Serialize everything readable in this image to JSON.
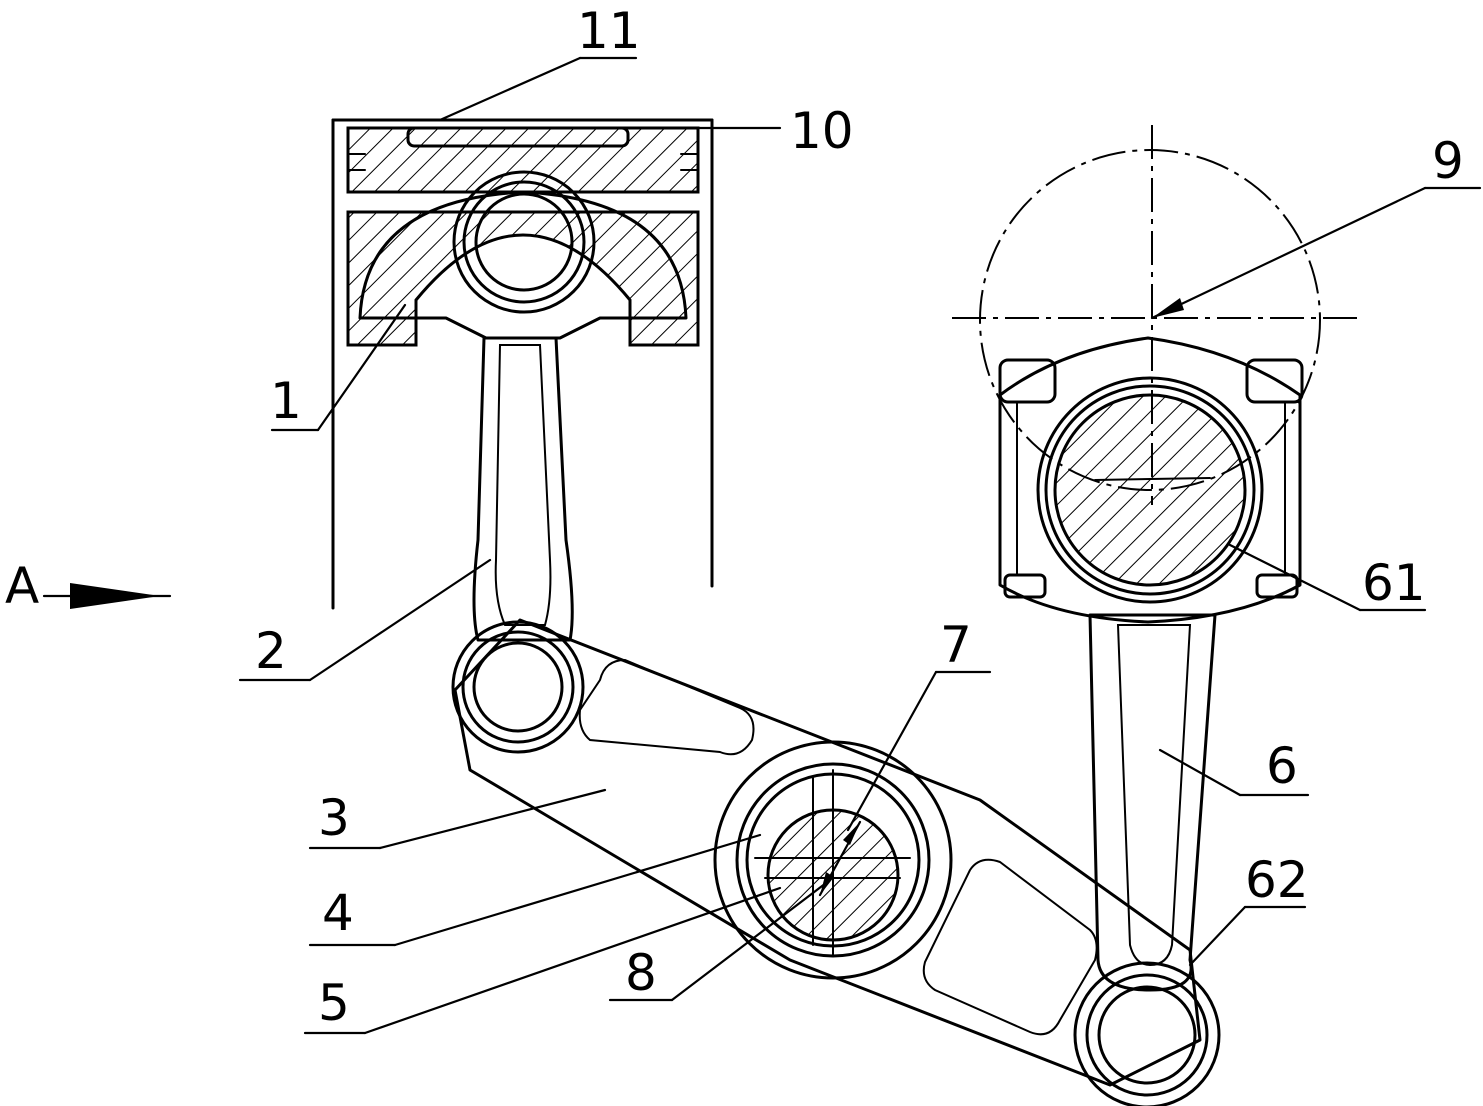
{
  "diagram": {
    "view_arrow_label": "A",
    "callouts": [
      {
        "id": "11",
        "text": "11"
      },
      {
        "id": "10",
        "text": "10"
      },
      {
        "id": "1",
        "text": "1"
      },
      {
        "id": "2",
        "text": "2"
      },
      {
        "id": "3",
        "text": "3"
      },
      {
        "id": "4",
        "text": "4"
      },
      {
        "id": "5",
        "text": "5"
      },
      {
        "id": "7",
        "text": "7"
      },
      {
        "id": "8",
        "text": "8"
      },
      {
        "id": "9",
        "text": "9"
      },
      {
        "id": "61",
        "text": "61"
      },
      {
        "id": "6",
        "text": "6"
      },
      {
        "id": "62",
        "text": "62"
      }
    ]
  }
}
